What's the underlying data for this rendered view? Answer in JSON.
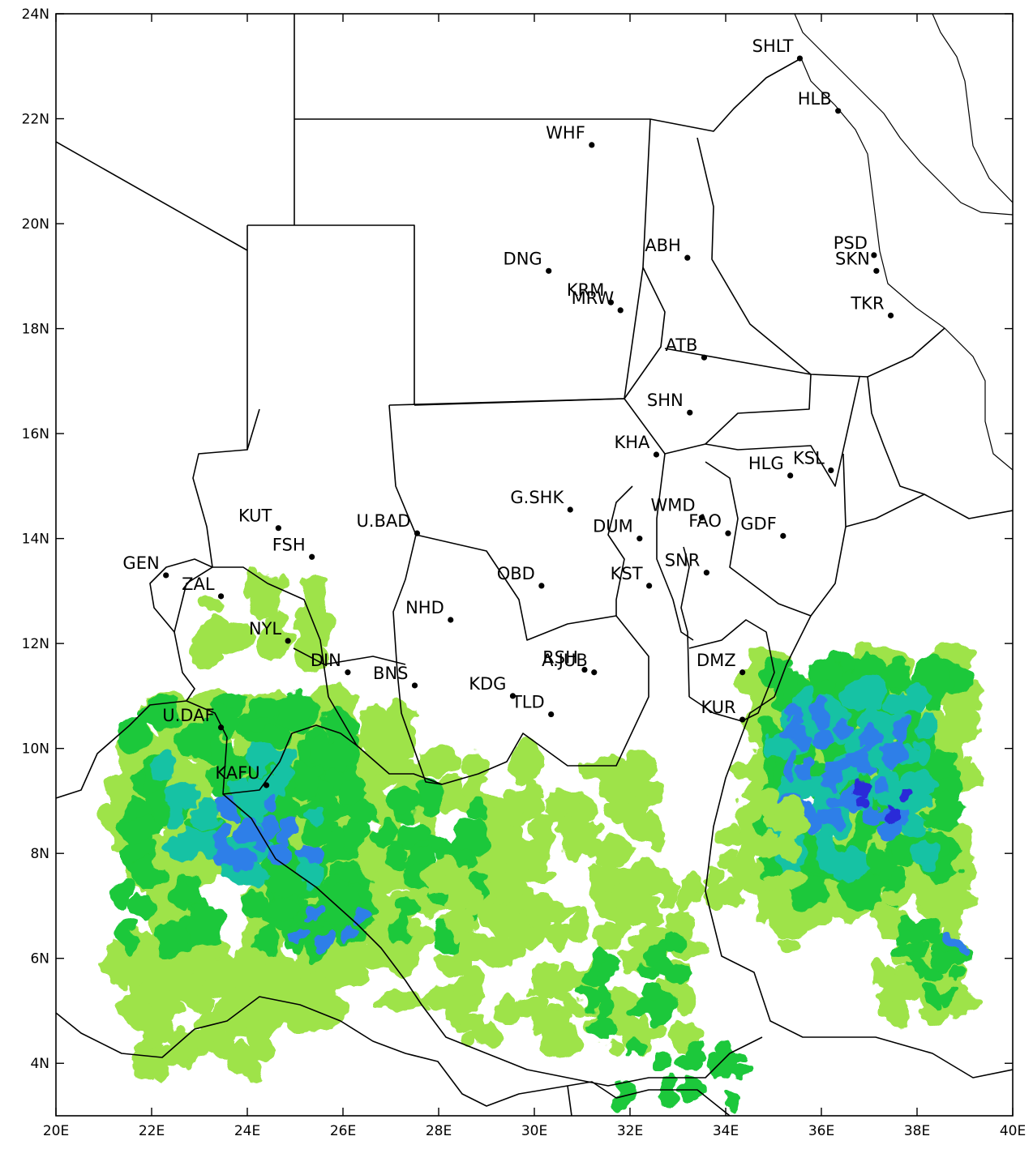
{
  "map": {
    "lon_range": [
      20,
      40
    ],
    "lat_range": [
      3,
      24
    ],
    "x_ticks": [
      {
        "lon": 20,
        "label": "20E"
      },
      {
        "lon": 22,
        "label": "22E"
      },
      {
        "lon": 24,
        "label": "24E"
      },
      {
        "lon": 26,
        "label": "26E"
      },
      {
        "lon": 28,
        "label": "28E"
      },
      {
        "lon": 30,
        "label": "30E"
      },
      {
        "lon": 32,
        "label": "32E"
      },
      {
        "lon": 34,
        "label": "34E"
      },
      {
        "lon": 36,
        "label": "36E"
      },
      {
        "lon": 38,
        "label": "38E"
      },
      {
        "lon": 40,
        "label": "40E"
      }
    ],
    "y_ticks": [
      {
        "lat": 24,
        "label": "24N"
      },
      {
        "lat": 22,
        "label": "22N"
      },
      {
        "lat": 20,
        "label": "20N"
      },
      {
        "lat": 18,
        "label": "18N"
      },
      {
        "lat": 16,
        "label": "16N"
      },
      {
        "lat": 14,
        "label": "14N"
      },
      {
        "lat": 12,
        "label": "12N"
      },
      {
        "lat": 10,
        "label": "10N"
      },
      {
        "lat": 8,
        "label": "8N"
      },
      {
        "lat": 6,
        "label": "6N"
      },
      {
        "lat": 4,
        "label": "4N"
      }
    ],
    "colors": {
      "light_green": "#9ee34a",
      "green": "#1fc83a",
      "teal": "#19c2a4",
      "blue": "#2f7fe8",
      "dark_blue": "#2b2bd8"
    },
    "stations": [
      {
        "name": "SHLT",
        "lon": 35.55,
        "lat": 23.15
      },
      {
        "name": "HLB",
        "lon": 36.35,
        "lat": 22.15
      },
      {
        "name": "WHF",
        "lon": 31.2,
        "lat": 21.5
      },
      {
        "name": "ABH",
        "lon": 33.2,
        "lat": 19.35
      },
      {
        "name": "DNG",
        "lon": 30.3,
        "lat": 19.1
      },
      {
        "name": "PSD",
        "lon": 37.1,
        "lat": 19.4
      },
      {
        "name": "SKN",
        "lon": 37.15,
        "lat": 19.1
      },
      {
        "name": "MRW",
        "lon": 31.8,
        "lat": 18.35
      },
      {
        "name": "TKR",
        "lon": 37.45,
        "lat": 18.25
      },
      {
        "name": "KRM",
        "lon": 31.6,
        "lat": 18.5
      },
      {
        "name": "ATB",
        "lon": 33.55,
        "lat": 17.45
      },
      {
        "name": "SHN",
        "lon": 33.25,
        "lat": 16.4
      },
      {
        "name": "KHA",
        "lon": 32.55,
        "lat": 15.6
      },
      {
        "name": "HLG",
        "lon": 35.35,
        "lat": 15.2
      },
      {
        "name": "KSL",
        "lon": 36.2,
        "lat": 15.3
      },
      {
        "name": "G.SHK",
        "lon": 30.75,
        "lat": 14.55
      },
      {
        "name": "WMD",
        "lon": 33.5,
        "lat": 14.4
      },
      {
        "name": "KUT",
        "lon": 24.65,
        "lat": 14.2
      },
      {
        "name": "U.BAD",
        "lon": 27.55,
        "lat": 14.1
      },
      {
        "name": "DUM",
        "lon": 32.2,
        "lat": 14.0
      },
      {
        "name": "FAO",
        "lon": 34.05,
        "lat": 14.1
      },
      {
        "name": "GDF",
        "lon": 35.2,
        "lat": 14.05
      },
      {
        "name": "FSH",
        "lon": 25.35,
        "lat": 13.65
      },
      {
        "name": "GEN",
        "lon": 22.3,
        "lat": 13.3
      },
      {
        "name": "OBD",
        "lon": 30.15,
        "lat": 13.1
      },
      {
        "name": "KST",
        "lon": 32.4,
        "lat": 13.1
      },
      {
        "name": "SNR",
        "lon": 33.6,
        "lat": 13.35
      },
      {
        "name": "ZAL",
        "lon": 23.45,
        "lat": 12.9
      },
      {
        "name": "NHD",
        "lon": 28.25,
        "lat": 12.45
      },
      {
        "name": "NYL",
        "lon": 24.85,
        "lat": 12.05
      },
      {
        "name": "RSH",
        "lon": 31.05,
        "lat": 11.5
      },
      {
        "name": "A.JUB",
        "lon": 31.25,
        "lat": 11.45
      },
      {
        "name": "DIN",
        "lon": 26.1,
        "lat": 11.45
      },
      {
        "name": "DMZ",
        "lon": 34.35,
        "lat": 11.45
      },
      {
        "name": "BNS",
        "lon": 27.5,
        "lat": 11.2
      },
      {
        "name": "KDG",
        "lon": 29.55,
        "lat": 11.0
      },
      {
        "name": "TLD",
        "lon": 30.35,
        "lat": 10.65
      },
      {
        "name": "KUR",
        "lon": 34.35,
        "lat": 10.55
      },
      {
        "name": "U.DAF",
        "lon": 23.45,
        "lat": 10.4
      },
      {
        "name": "KAFU",
        "lon": 24.4,
        "lat": 9.3
      }
    ]
  }
}
